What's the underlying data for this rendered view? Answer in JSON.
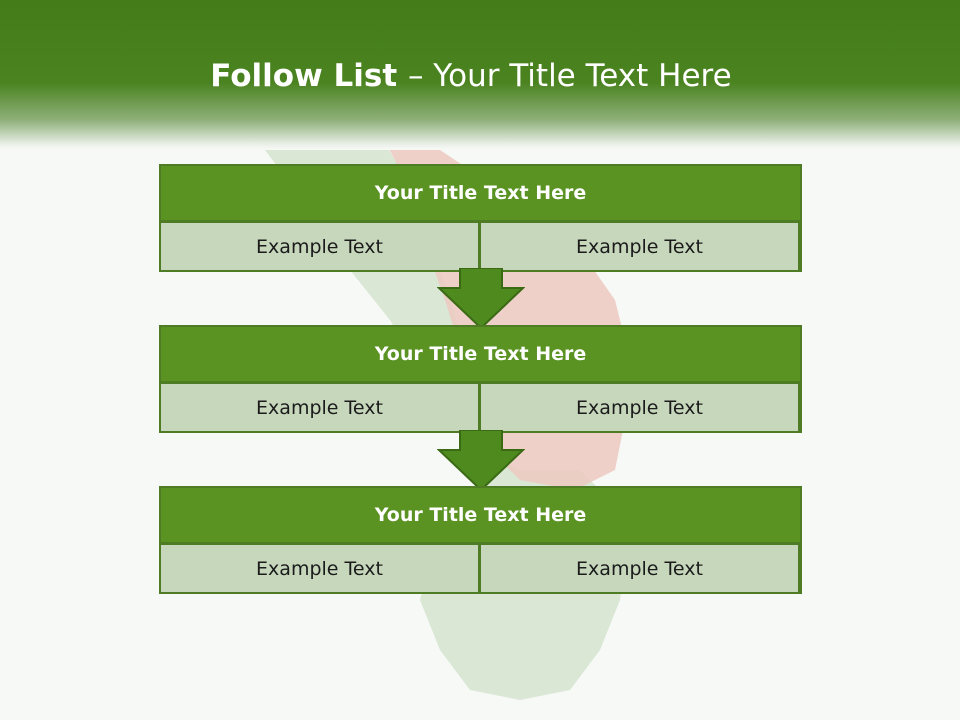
{
  "slide": {
    "title_bold": "Follow List ",
    "title_rest": " – Your Title Text Here"
  },
  "steps": [
    {
      "title": "Your Title Text Here",
      "left": "Example Text",
      "right": "Example Text"
    },
    {
      "title": "Your Title Text Here",
      "left": "Example Text",
      "right": "Example Text"
    },
    {
      "title": "Your Title Text Here",
      "left": "Example Text",
      "right": "Example Text"
    }
  ],
  "colors": {
    "header_green": "#437c19",
    "block_title": "#5a9322",
    "block_cell": "#c6d7bc",
    "arrow": "#4e8a1e"
  }
}
